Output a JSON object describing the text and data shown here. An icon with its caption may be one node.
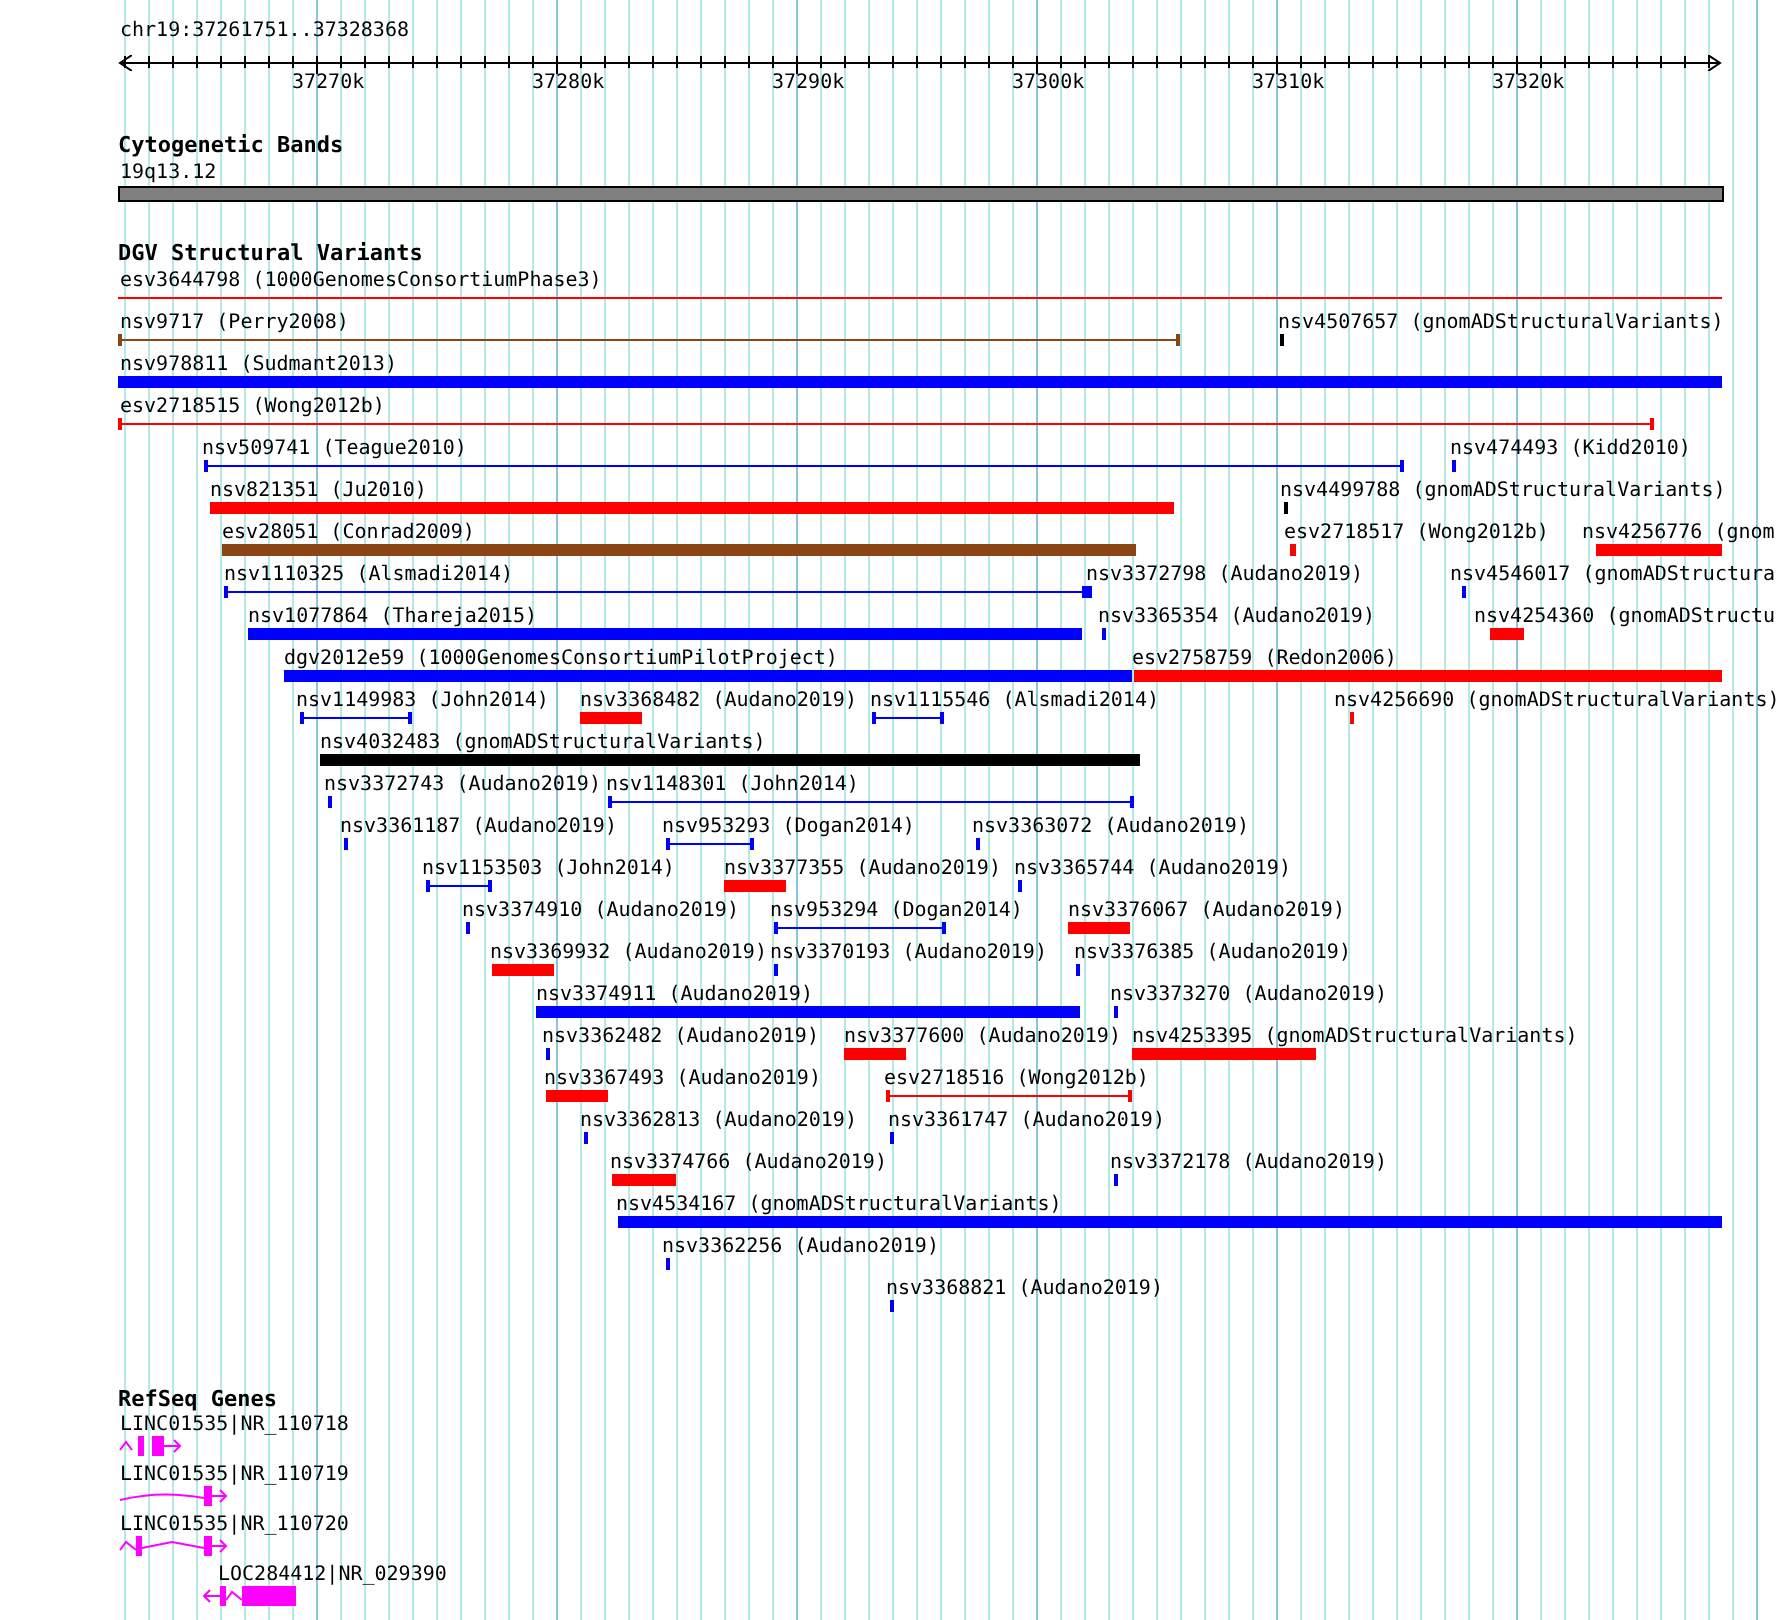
{
  "diagram": {
    "labels": [
      "chr19:37261751..37328368",
      "37270k",
      "37280k",
      "37290k",
      "37300k",
      "37310k",
      "37320k",
      "Cytogenetic Bands",
      "19q13.12",
      "DGV Structural Variants",
      "esv3644798 (1000GenomesConsortiumPhase3)",
      "nsv9717 (Perry2008)",
      "nsv4507657 (gnomADStructuralVariants)",
      "nsv978811 (Sudmant2013)",
      "esv2718515 (Wong2012b)",
      "nsv509741 (Teague2010)",
      "nsv474493 (Kidd2010)",
      "nsv821351 (Ju2010)",
      "nsv4499788 (gnomADStructuralVariants)",
      "esv28051 (Conrad2009)",
      "esv2718517 (Wong2012b)",
      "nsv4256776 (gnom",
      "nsv1110325 (Alsmadi2014)",
      "nsv3372798 (Audano2019)",
      "nsv4546017 (gnomADStructura",
      "nsv1077864 (Thareja2015)",
      "nsv3365354 (Audano2019)",
      "nsv4254360 (gnomADStructu",
      "dgv2012e59 (1000GenomesConsortiumPilotProject)",
      "esv2758759 (Redon2006)",
      "nsv1149983 (John2014)",
      "nsv3368482 (Audano2019)",
      "nsv1115546 (Alsmadi2014)",
      "nsv4256690 (gnomADStructuralVariants)",
      "nsv4032483 (gnomADStructuralVariants)",
      "nsv3372743 (Audano2019)",
      "nsv1148301 (John2014)",
      "nsv3361187 (Audano2019)",
      "nsv953293 (Dogan2014)",
      "nsv3363072 (Audano2019)",
      "nsv1153503 (John2014)",
      "nsv3377355 (Audano2019)",
      "nsv3365744 (Audano2019)",
      "nsv3374910 (Audano2019)",
      "nsv953294 (Dogan2014)",
      "nsv3376067 (Audano2019)",
      "nsv3369932 (Audano2019)",
      "nsv3370193 (Audano2019)",
      "nsv3376385 (Audano2019)",
      "nsv3374911 (Audano2019)",
      "nsv3373270 (Audano2019)",
      "nsv3362482 (Audano2019)",
      "nsv3377600 (Audano2019)",
      "nsv4253395 (gnomADStructuralVariants)",
      "nsv3367493 (Audano2019)",
      "esv2718516 (Wong2012b)",
      "nsv3362813 (Audano2019)",
      "nsv3361747 (Audano2019)",
      "nsv3374766 (Audano2019)",
      "nsv3372178 (Audano2019)",
      "nsv4534167 (gnomADStructuralVariants)",
      "nsv3362256 (Audano2019)",
      "nsv3368821 (Audano2019)",
      "RefSeq Genes",
      "LINC01535|NR_110718",
      "LINC01535|NR_110719",
      "LINC01535|NR_110720",
      "LOC284412|NR_029390"
    ]
  }
}
